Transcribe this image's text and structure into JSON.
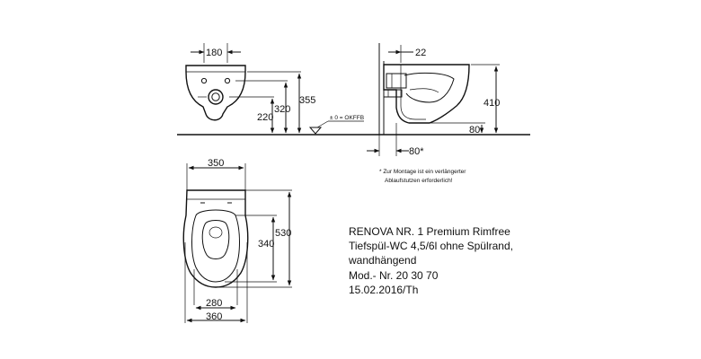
{
  "front_view": {
    "dims": {
      "width_fixings": "180",
      "height_total": "355",
      "height_fix": "320",
      "height_outlet": "220"
    },
    "floor_ref": "± 0 = OKFFB"
  },
  "side_view": {
    "dims": {
      "depth_top": "22",
      "height": "410",
      "floor_to_outlet": "80",
      "outlet_offset": "80*"
    },
    "note_line1": "* Zur Montage ist ein verlängerter",
    "note_line2": "Ablaufstutzen erforderlich!"
  },
  "plan_view": {
    "dims": {
      "width_top": "350",
      "length": "530",
      "inner_length": "340",
      "width_inner": "280",
      "width_bottom": "360"
    }
  },
  "product_info": {
    "line1": "RENOVA NR. 1 Premium Rimfree",
    "line2": "Tiefspül-WC 4,5/6l ohne Spülrand,",
    "line3": "wandhängend",
    "line4": "Mod.- Nr. 20 30 70",
    "line5": "15.02.2016/Th"
  }
}
